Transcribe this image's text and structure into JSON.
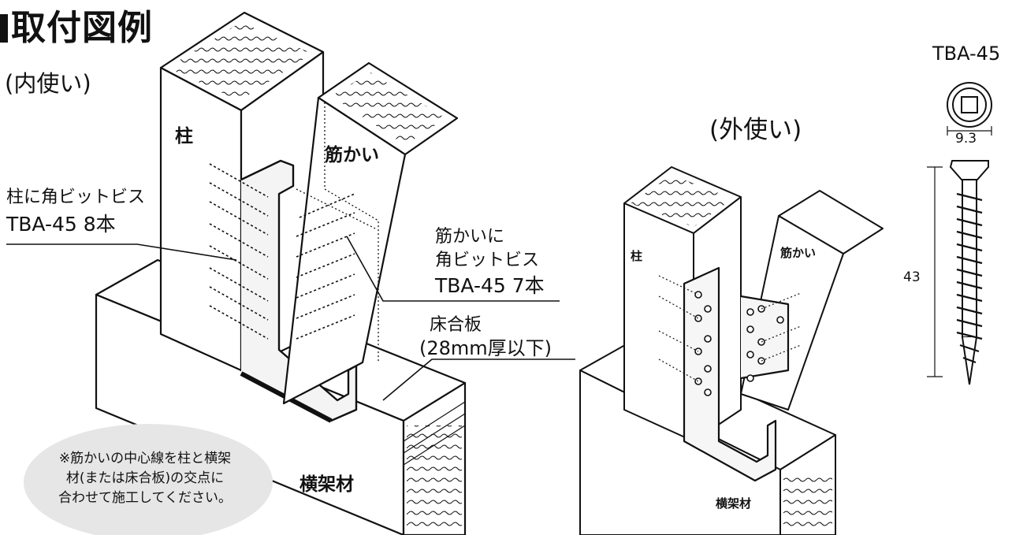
{
  "title": "取付図例",
  "views": {
    "inner": {
      "subtitle": "(内使い)",
      "pillar": "柱",
      "brace": "筋かい",
      "beam": "横架材",
      "annotation_pillar": {
        "line1": "柱に角ビットビス",
        "line2": "TBA-45 8本"
      },
      "annotation_brace": {
        "line1": "筋かいに",
        "line2": "角ビットビス",
        "line3": "TBA-45 7本"
      },
      "annotation_floor": {
        "line1": "床合板",
        "line2": "(28mm厚以下)"
      }
    },
    "outer": {
      "subtitle": "(外使い)",
      "pillar": "柱",
      "brace": "筋かい",
      "beam": "横架材"
    }
  },
  "screw": {
    "name": "TBA-45",
    "head_width": "9.3",
    "length": "43"
  },
  "note": {
    "line1": "※筋かいの中心線を柱と横架",
    "line2": "材(または床合板)の交点に",
    "line3": "合わせて施工してください。"
  },
  "colors": {
    "line": "#111111",
    "note_bubble": "#e6e6e6",
    "background": "#ffffff"
  }
}
